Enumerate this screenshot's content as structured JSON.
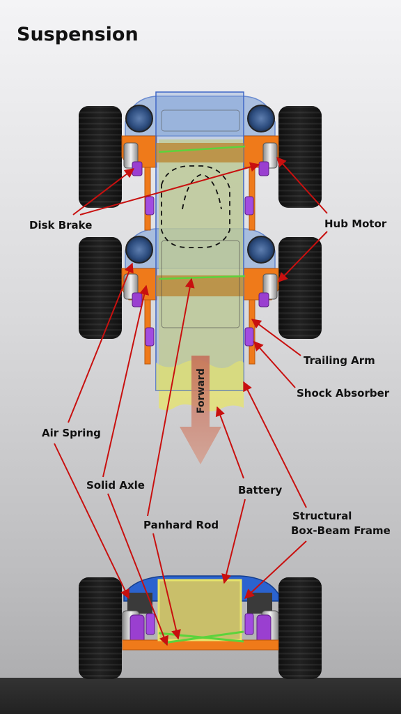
{
  "title": "Suspension",
  "forward_label": "Forward",
  "labels": {
    "disk_brake": "Disk Brake",
    "hub_motor": "Hub Motor",
    "trailing_arm": "Trailing Arm",
    "shock_absorber": "Shock Absorber",
    "air_spring": "Air Spring",
    "solid_axle": "Solid Axle",
    "battery": "Battery",
    "panhard_rod": "Panhard Rod",
    "structural_1": "Structural",
    "structural_2": "Box-Beam Frame"
  },
  "colors": {
    "arrow": "#c8100f",
    "frame_blue": "#4b74c9",
    "suspension_orange": "#ef7a1a",
    "shock_purple": "#9a3fd0",
    "battery_yellow": "#e7e46a",
    "panhard_green": "#5cd33c",
    "tire_black": "#151515",
    "forward_arrow": "#c97b6c"
  }
}
